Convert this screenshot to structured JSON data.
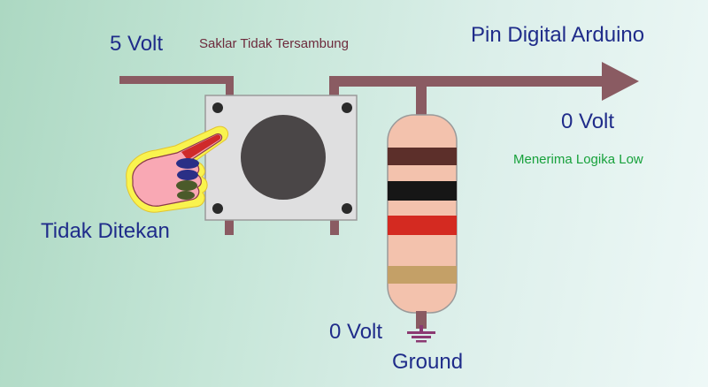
{
  "labels": {
    "supply_voltage": "5 Volt",
    "switch_state": "Saklar Tidak Tersambung",
    "output_target": "Pin Digital Arduino",
    "output_voltage": "0 Volt",
    "logic_state": "Menerima Logika Low",
    "button_state": "Tidak Ditekan",
    "ground_voltage": "0 Volt",
    "ground": "Ground"
  },
  "colors": {
    "wire": "#8a5b62",
    "resistor_body": "#f3c2ad",
    "band_1": "#5c2f2a",
    "band_2": "#161616",
    "band_3": "#d42a21",
    "band_tolerance": "#c4a067",
    "switch_body": "#dfdfe0",
    "switch_button": "#4a4647",
    "finger_fill": "#f9a8b4",
    "finger_outline": "#f6f54a",
    "ground_symbol": "#8b3a72"
  },
  "icons": {
    "button_finger": "pointing-finger-icon",
    "ground": "ground-icon",
    "arrow": "arrow-right-icon"
  }
}
